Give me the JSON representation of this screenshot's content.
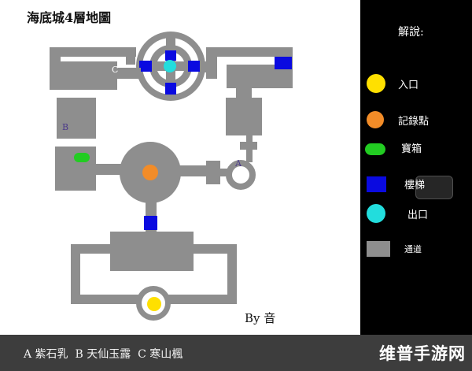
{
  "map": {
    "title": "海底城4層地圖",
    "credit": "By  音",
    "markers": {
      "A": "A",
      "B": "B",
      "C": "C"
    }
  },
  "legend": {
    "title": "解說:",
    "items": [
      {
        "key": "entrance",
        "label": "入口",
        "color": "#ffe000",
        "shape": "circle"
      },
      {
        "key": "save_point",
        "label": "記錄點",
        "color": "#f28c28",
        "shape": "circle"
      },
      {
        "key": "chest",
        "label": "寶箱",
        "color": "#22cc22",
        "shape": "pill"
      },
      {
        "key": "stairs",
        "label": "樓梯",
        "color": "#0a0ae0",
        "shape": "square"
      },
      {
        "key": "exit",
        "label": "出口",
        "color": "#22dddd",
        "shape": "circle"
      },
      {
        "key": "passage",
        "label": "通道",
        "color": "#8e8e8e",
        "shape": "rect"
      }
    ]
  },
  "notes": "A 紫石乳  B 天仙玉露  C 寒山楓",
  "watermark": "维普手游网",
  "colors": {
    "floor": "#8e8e8e",
    "panel": "#000000",
    "bottom_bar": "#3d3d3d"
  }
}
